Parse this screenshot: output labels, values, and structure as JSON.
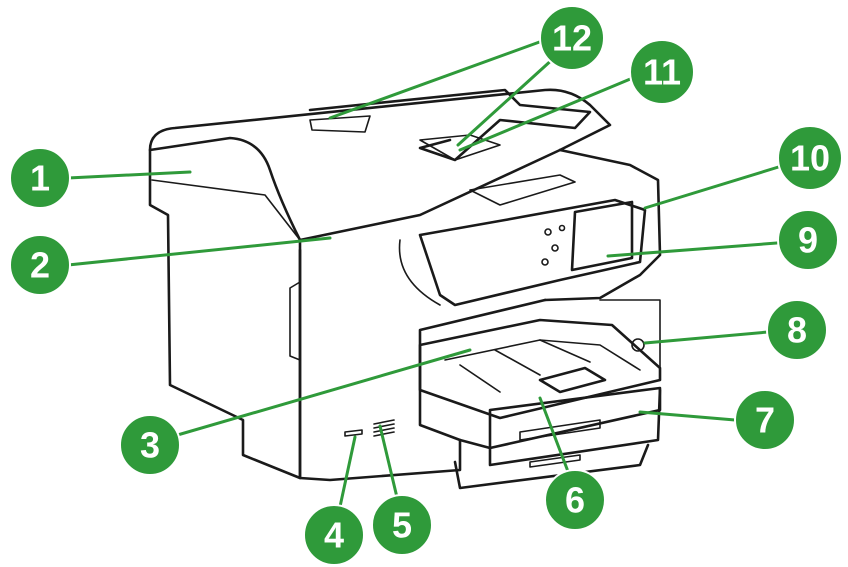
{
  "colors": {
    "callout": "#2f9a3a",
    "callout_text": "#ffffff",
    "line_art": "#1a1a1a"
  },
  "callouts": [
    {
      "label": "1"
    },
    {
      "label": "2"
    },
    {
      "label": "3"
    },
    {
      "label": "4"
    },
    {
      "label": "5"
    },
    {
      "label": "6"
    },
    {
      "label": "7"
    },
    {
      "label": "8"
    },
    {
      "label": "9"
    },
    {
      "label": "10"
    },
    {
      "label": "11"
    },
    {
      "label": "12"
    }
  ]
}
